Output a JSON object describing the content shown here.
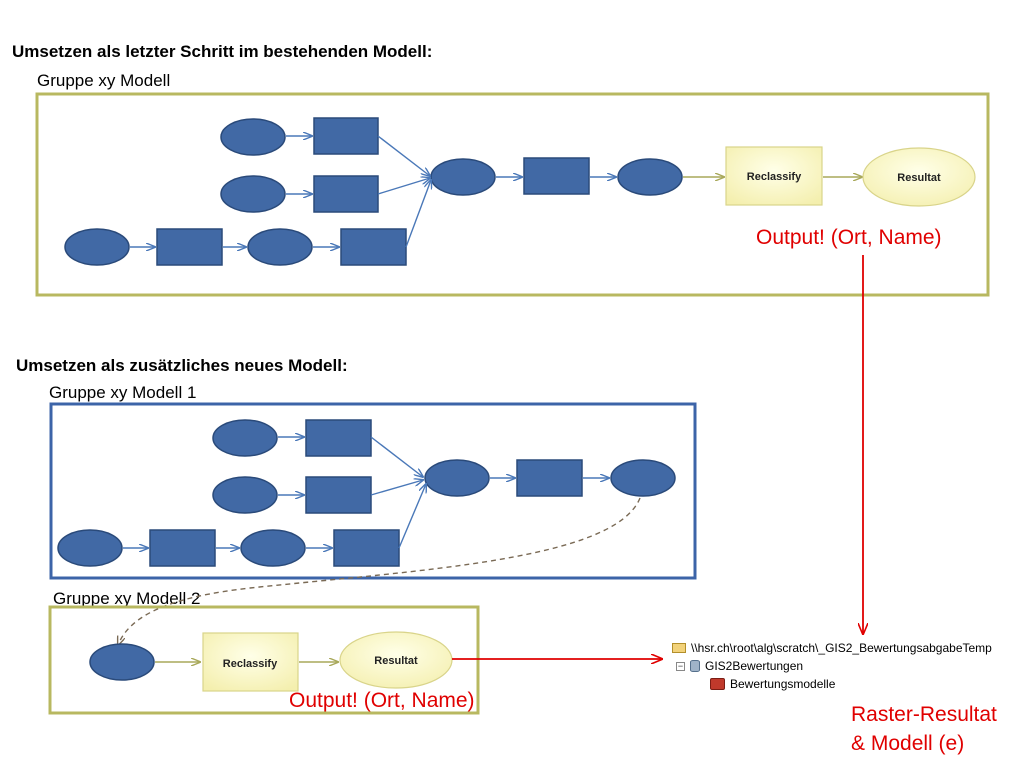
{
  "section1": {
    "heading": "Umsetzen als letzter Schritt im bestehenden Modell:",
    "group_label": "Gruppe xy Modell",
    "reclassify_label": "Reclassify",
    "resultat_label": "Resultat",
    "output_label": "Output! (Ort, Name)"
  },
  "section2": {
    "heading": "Umsetzen als zusätzliches neues Modell:",
    "group1_label": "Gruppe xy Modell 1",
    "group2_label": "Gruppe xy Modell 2",
    "reclassify_label": "Reclassify",
    "resultat_label": "Resultat",
    "output_label": "Output! (Ort, Name)"
  },
  "catalog": {
    "path": "\\\\hsr.ch\\root\\alg\\scratch\\_GIS2_BewertungsabgabeTemp",
    "geodatabase": "GIS2Bewertungen",
    "toolbox": "Bewertungsmodelle",
    "expander": "−"
  },
  "result_caption": {
    "line1": "Raster-Resultat",
    "line2": "& Modell (e)"
  },
  "colors": {
    "node_fill": "#4169a5",
    "node_stroke": "#2a4a7a",
    "connector": "#4a78b8",
    "box1_border": "#b8b860",
    "box2_border": "#3c64a8",
    "tool_fill": "#fefbc8",
    "tool_stroke": "#d9d48a",
    "accent_red": "#e00000",
    "dashed": "#7a6a55"
  }
}
